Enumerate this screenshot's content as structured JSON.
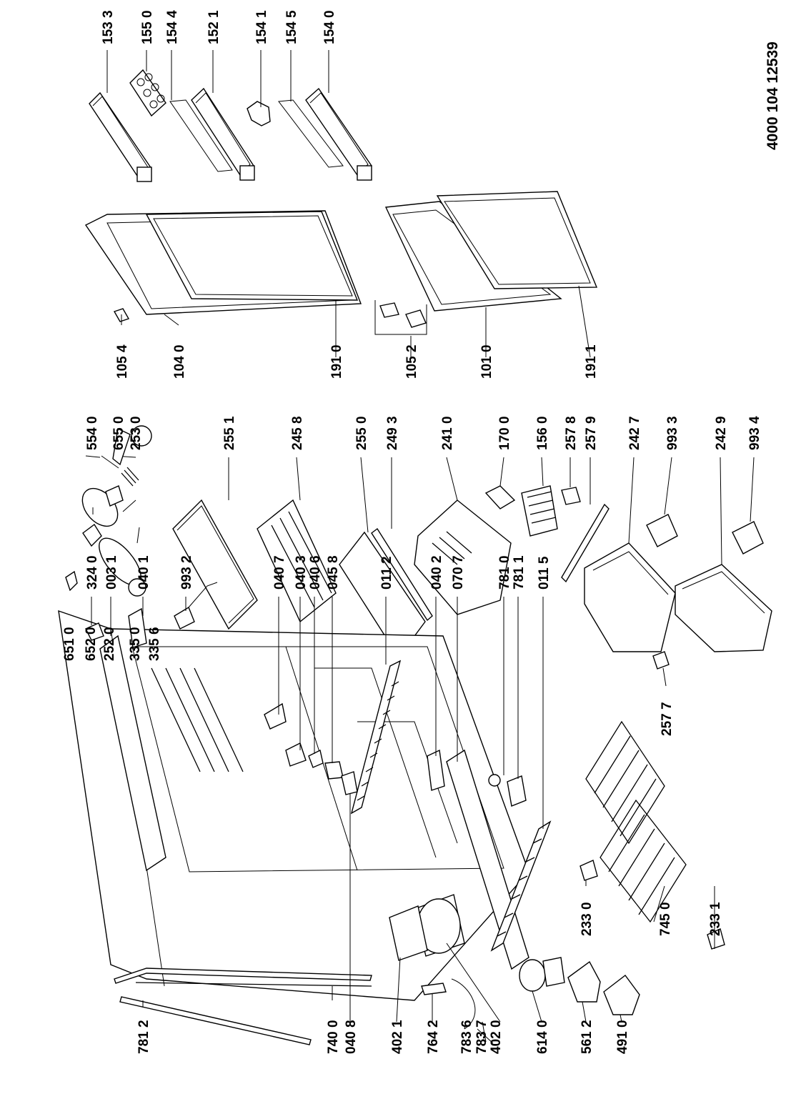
{
  "document_number": "4000 104 12539",
  "labels": {
    "p1533": "153 3",
    "p1550": "155 0",
    "p1544": "154 4",
    "p1521": "152 1",
    "p1541": "154 1",
    "p1545": "154 5",
    "p1540": "154 0",
    "p1054": "105 4",
    "p1040": "104 0",
    "p1910": "191 0",
    "p1052": "105 2",
    "p1010": "101 0",
    "p1911": "191 1",
    "p6510": "651 0",
    "p6520": "652 0",
    "p2520": "252 0",
    "p3350": "335 0",
    "p3356": "335 6",
    "p5540": "554 0",
    "p6550": "655 0",
    "p2530": "253 0",
    "p2551": "255 1",
    "p2458": "245 8",
    "p2550": "255 0",
    "p2493": "249 3",
    "p2410": "241 0",
    "p1700": "170 0",
    "p1560": "156 0",
    "p2578": "257 8",
    "p2579": "257 9",
    "p2427": "242 7",
    "p9933": "993 3",
    "p2429": "242 9",
    "p9934": "993 4",
    "p2577": "257 7",
    "p3240": "324 0",
    "p0031": "003 1",
    "p0401": "040 1",
    "p9932": "993 2",
    "p0407": "040 7",
    "p0403": "040 3",
    "p0406": "040 6",
    "p0458": "045 8",
    "p0112": "011 2",
    "p0402": "040 2",
    "p0707": "070 7",
    "p7810": "781 0",
    "p7811": "781 1",
    "p0115": "011 5",
    "p7812": "781 2",
    "p7400": "740 0",
    "p0408": "040 8",
    "p4021": "402 1",
    "p7642": "764 2",
    "p7836": "783 6",
    "p7837": "783 7",
    "p4020": "402 0",
    "p6140": "614 0",
    "p5612": "561 2",
    "p4910": "491 0",
    "p2330": "233 0",
    "p7450": "745 0",
    "p2331": "233 1"
  }
}
